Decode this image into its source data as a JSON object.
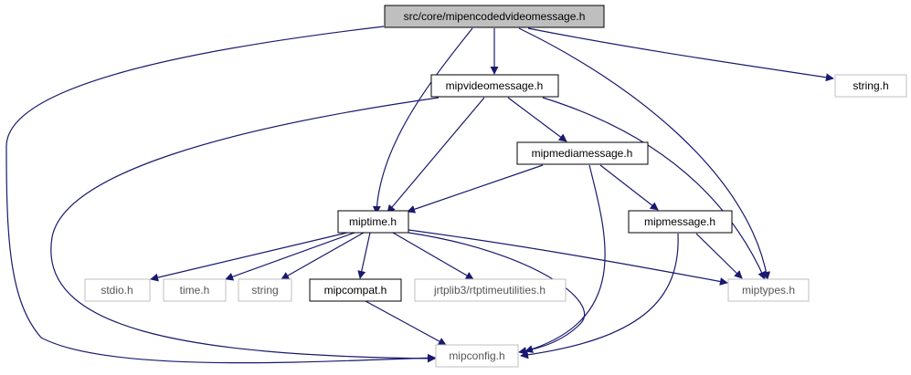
{
  "colors": {
    "edge": "#191970",
    "root_fill": "#bfbfbf",
    "node_border": "#000000",
    "external_border": "#bfbfbf",
    "background": "#ffffff"
  },
  "nodes": {
    "root": {
      "label": "src/core/mipencodedvideomessage.h",
      "kind": "root"
    },
    "mipvideomessage": {
      "label": "mipvideomessage.h",
      "kind": "local"
    },
    "string_h": {
      "label": "string.h",
      "kind": "external"
    },
    "mipmediamessage": {
      "label": "mipmediamessage.h",
      "kind": "local"
    },
    "miptime": {
      "label": "miptime.h",
      "kind": "local"
    },
    "mipmessage": {
      "label": "mipmessage.h",
      "kind": "local"
    },
    "stdio_h": {
      "label": "stdio.h",
      "kind": "external"
    },
    "time_h": {
      "label": "time.h",
      "kind": "external"
    },
    "string": {
      "label": "string",
      "kind": "external"
    },
    "mipcompat": {
      "label": "mipcompat.h",
      "kind": "local"
    },
    "rtptimeutilities": {
      "label": "jrtplib3/rtptimeutilities.h",
      "kind": "external"
    },
    "miptypes": {
      "label": "miptypes.h",
      "kind": "external"
    },
    "mipconfig": {
      "label": "mipconfig.h",
      "kind": "external"
    }
  },
  "edges": [
    [
      "root",
      "mipvideomessage"
    ],
    [
      "root",
      "string_h"
    ],
    [
      "root",
      "miptime"
    ],
    [
      "root",
      "miptypes"
    ],
    [
      "root",
      "mipconfig"
    ],
    [
      "mipvideomessage",
      "mipmediamessage"
    ],
    [
      "mipvideomessage",
      "miptime"
    ],
    [
      "mipvideomessage",
      "miptypes"
    ],
    [
      "mipvideomessage",
      "mipconfig"
    ],
    [
      "mipmediamessage",
      "miptime"
    ],
    [
      "mipmediamessage",
      "mipmessage"
    ],
    [
      "mipmediamessage",
      "mipconfig"
    ],
    [
      "miptime",
      "stdio_h"
    ],
    [
      "miptime",
      "time_h"
    ],
    [
      "miptime",
      "string"
    ],
    [
      "miptime",
      "mipcompat"
    ],
    [
      "miptime",
      "rtptimeutilities"
    ],
    [
      "miptime",
      "miptypes"
    ],
    [
      "miptime",
      "mipconfig"
    ],
    [
      "mipmessage",
      "miptypes"
    ],
    [
      "mipmessage",
      "mipconfig"
    ],
    [
      "mipcompat",
      "mipconfig"
    ]
  ]
}
